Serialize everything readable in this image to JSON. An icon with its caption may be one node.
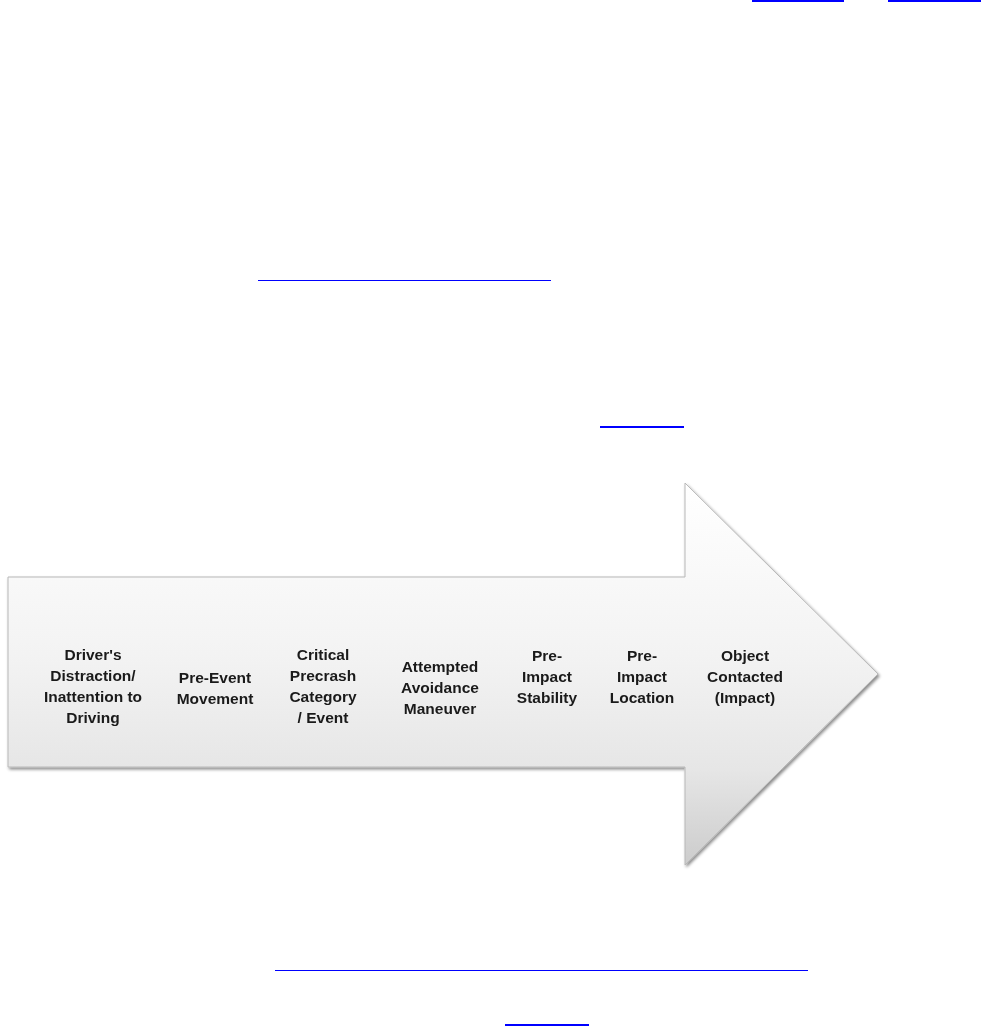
{
  "diagram": {
    "nodes": [
      {
        "text": [
          "Driver's Distraction/ Inattention to Driving",
          "Pre-Event Movement",
          "Critical Precrash Category / Event",
          "Attempted Avoidance Maneuver",
          "Pre- Impact Stability",
          "Pre- Impact Location",
          "Object Contacted (Impact)"
        ]
      }
    ]
  }
}
